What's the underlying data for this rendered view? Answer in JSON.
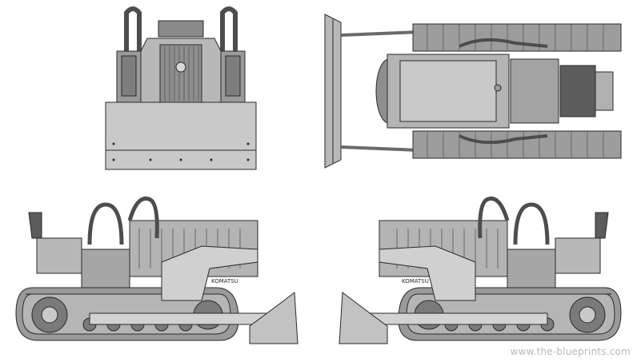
{
  "views": {
    "front": "front-view",
    "top": "top-view",
    "left_side": "left-side-view",
    "right_side": "right-side-view"
  },
  "labels": {
    "brand_left": "KOMATSU",
    "brand_right": "KOMATSU"
  },
  "watermark": "www.the-blueprints.com",
  "colors": {
    "background": "#ffffff",
    "line": "#2a2a2a",
    "fill_light": "#c9c9c9",
    "fill_mid": "#a6a6a6",
    "fill_dark": "#5a5a5a"
  }
}
